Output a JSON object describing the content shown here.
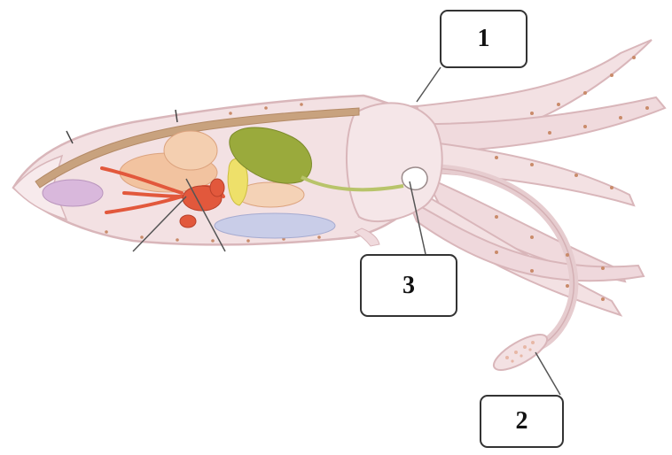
{
  "labels": {
    "label_1": "1",
    "label_2": "2",
    "label_3": "3"
  },
  "colors": {
    "body_fill": "#f3e1e3",
    "body_outline": "#d9b6ba",
    "pen": "#c8a27e",
    "gills": "#d9b8dc",
    "stomach": "#f2c3a0",
    "heart_red": "#e2583c",
    "digestive_gland": "#9aaa3c",
    "yellow_organ": "#eee06a",
    "blue_organ": "#c9cde8",
    "spots": "#c98b6a",
    "leader_line": "#555555"
  }
}
